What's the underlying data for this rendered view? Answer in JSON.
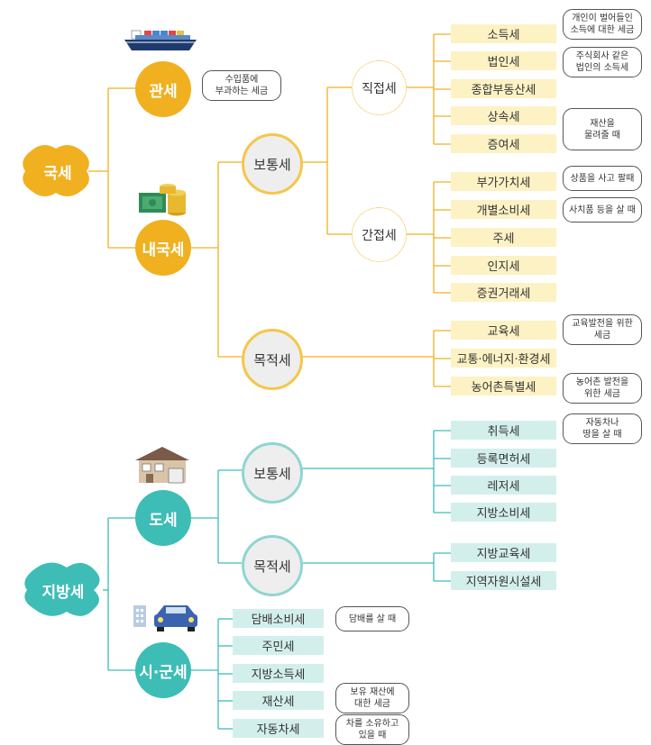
{
  "colors": {
    "national": "#f0b020",
    "local": "#3dbdb6",
    "yellow_box": "#fdf2c4",
    "teal_box": "#d3efec"
  },
  "national": {
    "label": "국세",
    "customs": {
      "label": "관세",
      "note": [
        "수입품에",
        "부과하는 세금"
      ]
    },
    "internal": {
      "label": "내국세",
      "general": {
        "label": "보통세",
        "direct": {
          "label": "직접세",
          "items": [
            "소득세",
            "법인세",
            "종합부동산세",
            "상속세",
            "증여세"
          ],
          "notes": {
            "income": [
              "개인이 벌어들인",
              "소득에 대한 세금"
            ],
            "corporate": [
              "주식회사 같은",
              "법인의 소득세"
            ],
            "inheritance": [
              "재산을",
              "물려줄 때"
            ]
          }
        },
        "indirect": {
          "label": "간접세",
          "items": [
            "부가가치세",
            "개별소비세",
            "주세",
            "인지세",
            "증권거래세"
          ],
          "notes": {
            "vat": [
              "상품을 사고 팔때"
            ],
            "excise": [
              "사치품 등을 살 때"
            ]
          }
        }
      },
      "purpose": {
        "label": "목적세",
        "items": [
          "교육세",
          "교통·에너지·환경세",
          "농어촌특별세"
        ],
        "notes": {
          "education": [
            "교육발전을 위한",
            "세금"
          ],
          "rural": [
            "농어촌 발전을",
            "위한 세금"
          ]
        }
      }
    }
  },
  "local": {
    "label": "지방세",
    "province": {
      "label": "도세",
      "general": {
        "label": "보통세",
        "items": [
          "취득세",
          "등록면허세",
          "레저세",
          "지방소비세"
        ],
        "note": [
          "자동차나",
          "땅을 살 때"
        ]
      },
      "purpose": {
        "label": "목적세",
        "items": [
          "지방교육세",
          "지역자원시설세"
        ]
      }
    },
    "city": {
      "label": "시·군세",
      "items": [
        "담배소비세",
        "주민세",
        "지방소득세",
        "재산세",
        "자동차세"
      ],
      "notes": {
        "tobacco": [
          "담배를 살 때"
        ],
        "property": [
          "보유 재산에",
          "대한 세금"
        ],
        "vehicle": [
          "차를 소유하고",
          "있을 때"
        ]
      }
    }
  }
}
